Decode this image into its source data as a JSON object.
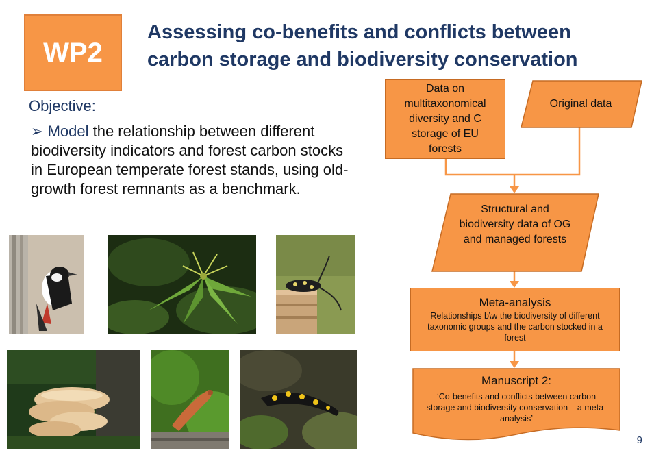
{
  "header": {
    "wp_label": "WP2",
    "title_line1": "Assessing co-benefits and conflicts between",
    "title_line2": "carbon storage and biodiversity conservation"
  },
  "objective": {
    "label": "Objective:",
    "bullet": "➢",
    "highlight": "Model",
    "text": " the relationship between different biodiversity indicators and forest carbon stocks in European temperate forest stands, using old-growth forest remnants as a benchmark."
  },
  "photos": [
    {
      "name": "woodpecker"
    },
    {
      "name": "herb-paris-plant"
    },
    {
      "name": "longhorn-beetle"
    },
    {
      "name": "bracket-fungus"
    },
    {
      "name": "slug"
    },
    {
      "name": "fire-salamander"
    }
  ],
  "flowchart": {
    "node_eu_data": "Data on multitaxonomical diversity and C storage of EU forests",
    "node_original": "Original data",
    "node_structural": "Structural and biodiversity data of OG and managed forests",
    "node_meta_title": "Meta-analysis",
    "node_meta_text": "Relationships b\\w the biodiversity of different taxonomic groups and the carbon stocked in a forest",
    "node_manuscript_title": "Manuscript 2:",
    "node_manuscript_text": "‘Co-benefits and conflicts between carbon storage and biodiversity conservation –  a meta-analysis’"
  },
  "colors": {
    "accent_orange": "#f79646",
    "title_blue": "#1f3864"
  },
  "page_number": "9"
}
